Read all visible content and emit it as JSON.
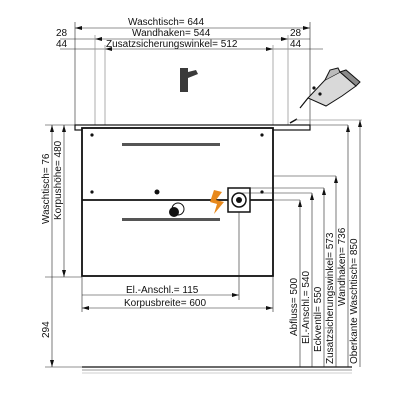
{
  "top_dims": {
    "waschtisch": "Waschtisch= 644",
    "wandhaken": "Wandhaken= 544",
    "zusatz": "Zusatzsicherungswinkel= 512",
    "left_28": "28",
    "left_44": "44",
    "right_28": "28",
    "right_44": "44"
  },
  "left_dims": {
    "waschtisch_76": "Waschtisch= 76",
    "korpushoehe": "Korpushöhe= 480",
    "height_294": "294"
  },
  "bottom_dims": {
    "el_anschl": "El.-Anschl.= 115",
    "korpusbreite": "Korpusbreite= 600"
  },
  "right_dims": {
    "abfluss": "Abfluss= 500",
    "el_anschl": "El.-Anschl.= 540",
    "eckventil": "Eckventil= 550",
    "zusatz": "Zusatzsicherungswinkel= 573",
    "wandhaken": "Wandhaken= 736",
    "oberkante": "Oberkante Waschtisch= 850"
  },
  "icons": {
    "drill": "drill-icon",
    "electric": "electric-connection-icon",
    "faucet": "faucet-icon"
  },
  "colors": {
    "electric": "#e8891c",
    "lines": "#111111"
  }
}
